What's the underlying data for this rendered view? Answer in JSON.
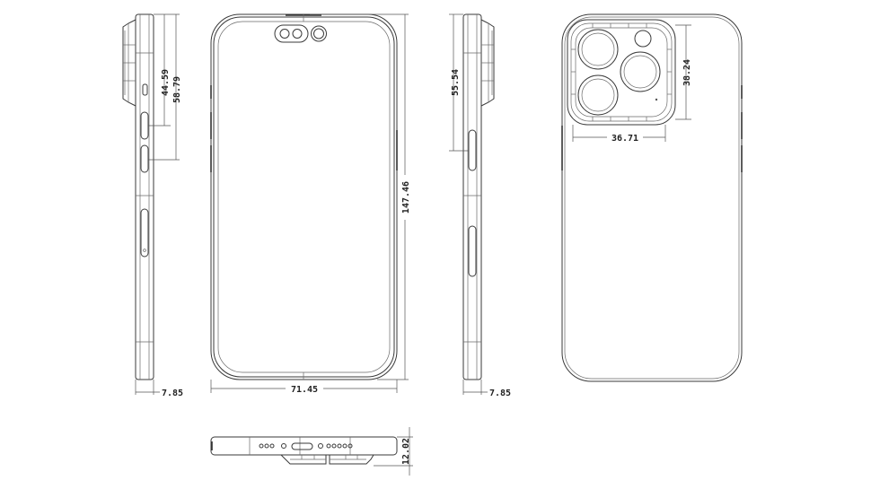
{
  "drawing": {
    "title": "Smartphone technical drawing - orthographic views",
    "views": [
      "left-side",
      "front",
      "right-side",
      "back",
      "bottom"
    ],
    "units": "mm"
  },
  "dimensions": {
    "left_side_thickness": "7.85",
    "left_camera_to_button1": "44.59",
    "left_camera_to_button2": "58.79",
    "front_width": "71.45",
    "front_height": "147.46",
    "right_side_thickness": "7.85",
    "right_top_to_button": "55.54",
    "camera_module_width": "36.71",
    "camera_module_height": "38.24",
    "bottom_thickness_with_camera": "12.02"
  },
  "colors": {
    "line": "#3a3a3a",
    "background": "#ffffff"
  }
}
